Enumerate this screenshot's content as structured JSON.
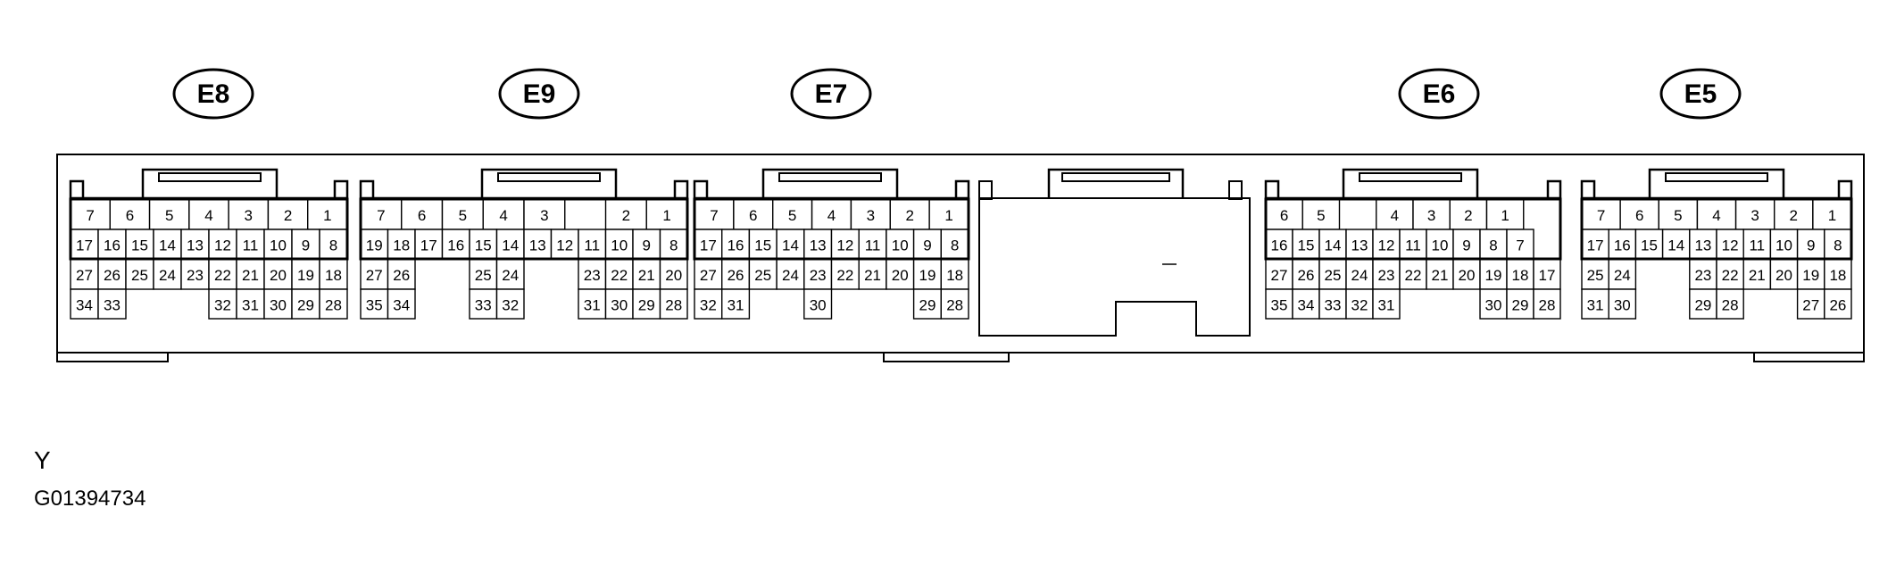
{
  "connectors": [
    {
      "label": "E8",
      "rows": [
        [
          "7",
          "6",
          "5",
          "4",
          "3",
          "2",
          "1"
        ],
        [
          "17",
          "16",
          "15",
          "14",
          "13",
          "12",
          "11",
          "10",
          "9",
          "8"
        ],
        [
          "27",
          "26",
          "25",
          "24",
          "23",
          "22",
          "21",
          "20",
          "19",
          "18"
        ],
        [
          "34",
          "33",
          "",
          "",
          "",
          "32",
          "31",
          "30",
          "29",
          "28"
        ]
      ]
    },
    {
      "label": "E9",
      "rows": [
        [
          "7",
          "6",
          "5",
          "4",
          "3",
          "",
          "2",
          "1"
        ],
        [
          "19",
          "18",
          "17",
          "16",
          "15",
          "14",
          "13",
          "12",
          "11",
          "10",
          "9",
          "8"
        ],
        [
          "27",
          "26",
          "",
          "",
          "25",
          "24",
          "",
          "",
          "23",
          "22",
          "21",
          "20"
        ],
        [
          "35",
          "34",
          "",
          "",
          "33",
          "32",
          "",
          "",
          "31",
          "30",
          "29",
          "28"
        ]
      ]
    },
    {
      "label": "E7",
      "rows": [
        [
          "7",
          "6",
          "5",
          "4",
          "3",
          "2",
          "1"
        ],
        [
          "17",
          "16",
          "15",
          "14",
          "13",
          "12",
          "11",
          "10",
          "9",
          "8"
        ],
        [
          "27",
          "26",
          "25",
          "24",
          "23",
          "22",
          "21",
          "20",
          "19",
          "18"
        ],
        [
          "32",
          "31",
          "",
          "",
          "30",
          "",
          "",
          "",
          "29",
          "28"
        ]
      ]
    },
    {
      "label": "E6",
      "rows": [
        [
          "6",
          "5",
          "",
          "4",
          "3",
          "2",
          "1",
          ""
        ],
        [
          "16",
          "15",
          "14",
          "13",
          "12",
          "11",
          "10",
          "9",
          "8",
          "7",
          ""
        ],
        [
          "27",
          "26",
          "25",
          "24",
          "23",
          "22",
          "21",
          "20",
          "19",
          "18",
          "17"
        ],
        [
          "35",
          "34",
          "33",
          "32",
          "31",
          "",
          "",
          "",
          "30",
          "29",
          "28"
        ]
      ]
    },
    {
      "label": "E5",
      "rows": [
        [
          "7",
          "6",
          "5",
          "4",
          "3",
          "2",
          "1"
        ],
        [
          "17",
          "16",
          "15",
          "14",
          "13",
          "12",
          "11",
          "10",
          "9",
          "8"
        ],
        [
          "25",
          "24",
          "",
          "",
          "23",
          "22",
          "21",
          "20",
          "19",
          "18"
        ],
        [
          "31",
          "30",
          "",
          "",
          "29",
          "28",
          "",
          "",
          "27",
          "26"
        ]
      ]
    }
  ],
  "footer": {
    "mark": "Y",
    "code": "G01394734"
  }
}
